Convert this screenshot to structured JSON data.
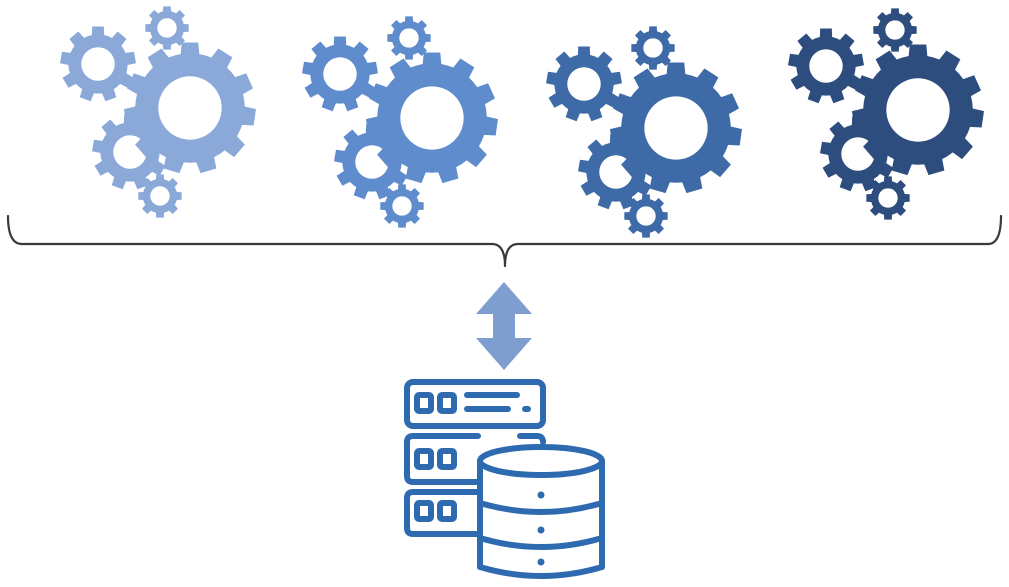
{
  "diagram": {
    "gear_clusters": [
      {
        "name": "gear-cluster-1",
        "color": "#8aa9d9"
      },
      {
        "name": "gear-cluster-2",
        "color": "#5f8ccd"
      },
      {
        "name": "gear-cluster-3",
        "color": "#3f6aa8"
      },
      {
        "name": "gear-cluster-4",
        "color": "#2d4d7e"
      }
    ],
    "brace": {
      "icon": "curly-brace",
      "color": "#3a3a3a"
    },
    "connector": {
      "icon": "double-headed-vertical-arrow",
      "color": "#7f9ed0"
    },
    "database": {
      "icon": "server-and-database-icon",
      "color": "#2e6ab0"
    }
  }
}
